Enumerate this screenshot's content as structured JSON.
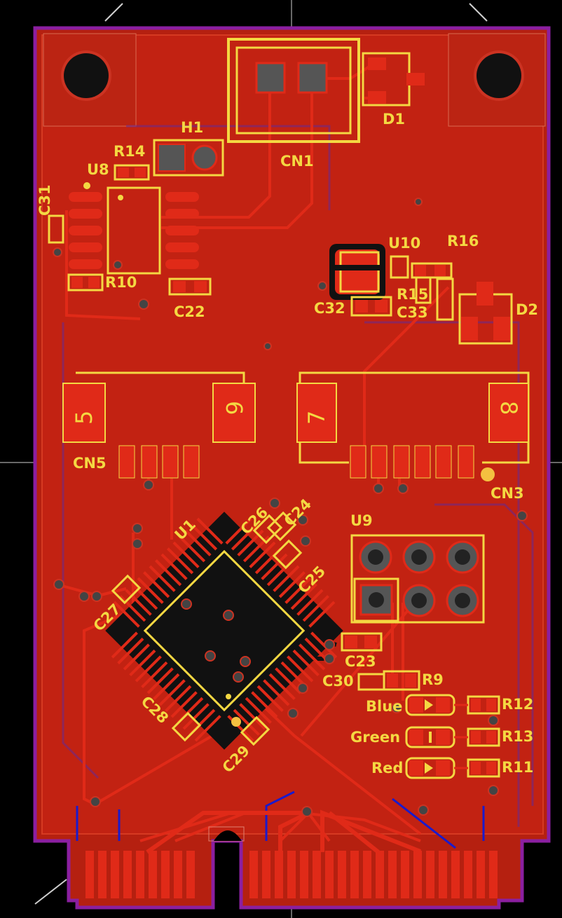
{
  "board": {
    "colors": {
      "background": "#000000",
      "copper_top": "#cc2211",
      "copper_pour": "#b52010",
      "board_outline": "#8b1fa0",
      "silkscreen": "#f4d842",
      "via": "#3a3a3a",
      "bottom_trace": "#1a1acc"
    },
    "component_labels": {
      "h1": "H1",
      "r14": "R14",
      "u8": "U8",
      "cn1": "CN1",
      "d1": "D1",
      "c31": "C31",
      "r10": "R10",
      "c22": "C22",
      "u10": "U10",
      "r16": "R16",
      "c32": "C32",
      "r15": "R15",
      "c33": "C33",
      "d2": "D2",
      "cn5": "CN5",
      "cn3": "CN3",
      "u1": "U1",
      "c26": "C26",
      "c24": "C24",
      "c25": "C25",
      "c27": "C27",
      "c28": "C28",
      "c29": "C29",
      "u9": "U9",
      "c23": "C23",
      "c30": "C30",
      "r9": "R9",
      "r12": "R12",
      "r13": "R13",
      "r11": "R11",
      "blue": "Blue",
      "green": "Green",
      "red": "Red"
    },
    "pad_numbers": {
      "p5": "5",
      "p6": "6",
      "p7": "7",
      "p8": "8"
    }
  }
}
